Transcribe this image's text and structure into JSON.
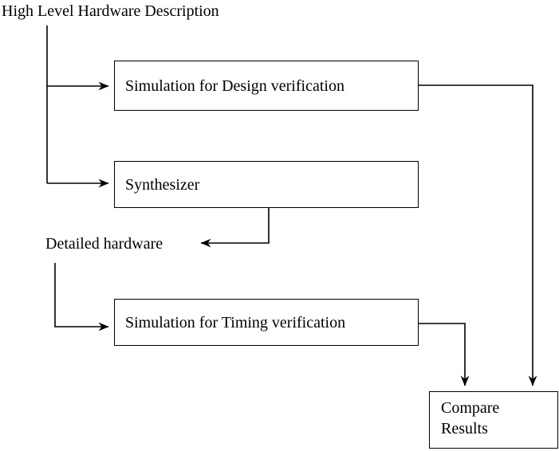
{
  "diagram": {
    "type": "flowchart",
    "title_label": "High Level Hardware Description",
    "intermediate_label": "Detailed hardware",
    "stroke_color": "#000000",
    "background_color": "#ffffff",
    "nodes": [
      {
        "id": "sim_design",
        "label": "Simulation for Design verification"
      },
      {
        "id": "synthesizer",
        "label": "Synthesizer"
      },
      {
        "id": "sim_timing",
        "label": "Simulation for Timing verification"
      },
      {
        "id": "compare",
        "label": "Compare\nResults"
      }
    ],
    "edges": [
      {
        "from": "High Level Hardware Description",
        "to": "Simulation for Design verification"
      },
      {
        "from": "High Level Hardware Description",
        "to": "Synthesizer"
      },
      {
        "from": "Synthesizer",
        "to": "Detailed hardware"
      },
      {
        "from": "Detailed hardware",
        "to": "Simulation for Timing verification"
      },
      {
        "from": "Simulation for Timing verification",
        "to": "Compare Results"
      },
      {
        "from": "Simulation for Design verification",
        "to": "Compare Results"
      }
    ]
  }
}
